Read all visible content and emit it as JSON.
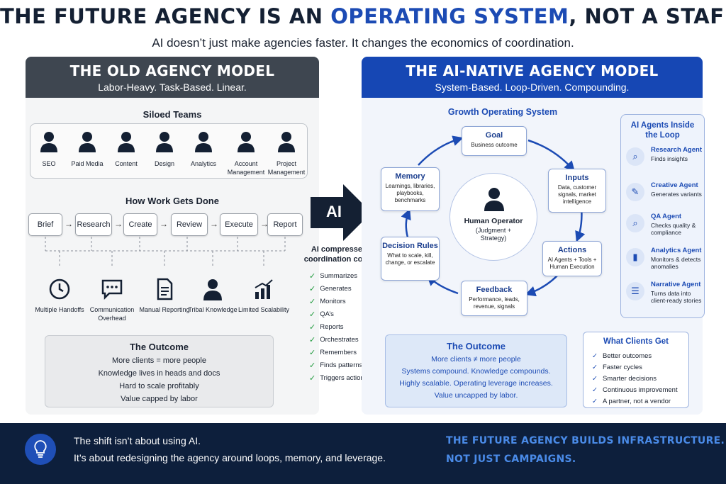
{
  "title": {
    "pre": "THE FUTURE AGENCY IS AN ",
    "highlight": "OPERATING SYSTEM",
    "post": ", NOT A STAFFING MODEL"
  },
  "subtitle": "AI doesn’t just make agencies faster. It changes the economics of coordination.",
  "old_model": {
    "title": "THE OLD AGENCY MODEL",
    "tagline": "Labor-Heavy. Task-Based. Linear.",
    "teams_title": "Siloed Teams",
    "teams": [
      "SEO",
      "Paid Media",
      "Content",
      "Design",
      "Analytics",
      "Account Management",
      "Project Management"
    ],
    "work_title": "How Work Gets Done",
    "steps": [
      "Brief",
      "Research",
      "Create",
      "Review",
      "Execute",
      "Report"
    ],
    "problems": [
      {
        "label": "Multiple Handoffs",
        "icon": "clock-icon"
      },
      {
        "label": "Communication Overhead",
        "icon": "chat-icon"
      },
      {
        "label": "Manual Reporting",
        "icon": "document-icon"
      },
      {
        "label": "Tribal Knowledge",
        "icon": "person-icon"
      },
      {
        "label": "Limited Scalability",
        "icon": "bar-chart-icon"
      }
    ],
    "outcome_title": "The Outcome",
    "outcome_lines": [
      "More clients = more people",
      "Knowledge lives in heads and docs",
      "Hard to scale profitably",
      "Value capped by labor"
    ]
  },
  "ai": {
    "label": "AI",
    "compress_text": "AI compresses coordination costs",
    "capabilities": [
      "Summarizes",
      "Generates",
      "Monitors",
      "QA’s",
      "Reports",
      "Orchestrates",
      "Remembers",
      "Finds patterns",
      "Triggers actions"
    ]
  },
  "new_model": {
    "title": "THE AI-NATIVE AGENCY MODEL",
    "tagline": "System-Based. Loop-Driven. Compounding.",
    "os_title": "Growth Operating System",
    "center": {
      "title": "Human Operator",
      "desc": "(Judgment + Strategy)"
    },
    "nodes": {
      "goal": {
        "title": "Goal",
        "desc": "Business outcome"
      },
      "inputs": {
        "title": "Inputs",
        "desc": "Data, customer signals, market intelligence"
      },
      "actions": {
        "title": "Actions",
        "desc": "AI Agents + Tools + Human Execution"
      },
      "feedback": {
        "title": "Feedback",
        "desc": "Performance, leads, revenue, signals"
      },
      "rules": {
        "title": "Decision Rules",
        "desc": "What to scale, kill, change, or escalate"
      },
      "memory": {
        "title": "Memory",
        "desc": "Learnings, libraries, playbooks, benchmarks"
      }
    },
    "agents_title": "AI Agents Inside the Loop",
    "agents": [
      {
        "name": "Research Agent",
        "desc": "Finds insights",
        "icon": "magnifier-icon"
      },
      {
        "name": "Creative Agent",
        "desc": "Generates variants",
        "icon": "pencil-icon"
      },
      {
        "name": "QA Agent",
        "desc": "Checks quality & compliance",
        "icon": "qa-magnifier-icon"
      },
      {
        "name": "Analytics Agent",
        "desc": "Monitors & detects anomalies",
        "icon": "analytics-icon"
      },
      {
        "name": "Narrative Agent",
        "desc": "Turns data into client-ready stories",
        "icon": "speech-icon"
      }
    ],
    "outcome_title": "The Outcome",
    "outcome_lines": [
      "More clients ≠ more people",
      "Systems compound. Knowledge compounds.",
      "Highly scalable. Operating leverage increases.",
      "Value uncapped by labor."
    ],
    "clients_title": "What Clients Get",
    "clients": [
      "Better outcomes",
      "Faster cycles",
      "Smarter decisions",
      "Continuous improvement",
      "A partner, not a vendor"
    ]
  },
  "footer": {
    "line1": "The shift isn’t about using AI.",
    "line2": "It’s about redesigning the agency around loops, memory, and leverage.",
    "tag1": "THE FUTURE AGENCY BUILDS INFRASTRUCTURE.",
    "tag2": "NOT JUST CAMPAIGNS."
  },
  "colors": {
    "accent": "#1c4bb4",
    "dark_header": "#3e4650",
    "footer_bg": "#0d1f3c",
    "check_green": "#1d9a3a"
  }
}
